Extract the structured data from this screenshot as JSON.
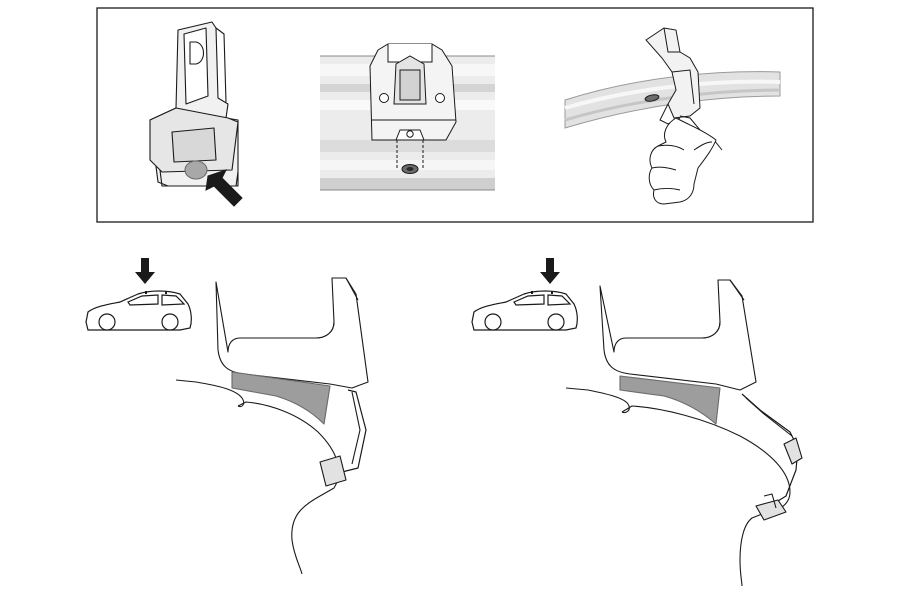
{
  "colors": {
    "line": "#1a1a1a",
    "shade_light": "#e6e6e6",
    "shade_mid": "#cfcfcf",
    "shade_dark": "#9d9d9d",
    "rail_light": "#f1f1f1",
    "rail_mid": "#d9d9d9",
    "background": "#ffffff"
  },
  "panels": {
    "top": [
      {
        "name": "foot-pad-inspection",
        "icon": "arrow-icon"
      },
      {
        "name": "rail-bracket-alignment",
        "icon": "screw-icon"
      },
      {
        "name": "rail-clamp-hand",
        "icon": "hand-icon"
      }
    ],
    "bottom": [
      {
        "name": "mount-position-a",
        "icon": "down-arrow-icon"
      },
      {
        "name": "mount-position-b",
        "icon": "down-arrow-icon"
      }
    ]
  }
}
